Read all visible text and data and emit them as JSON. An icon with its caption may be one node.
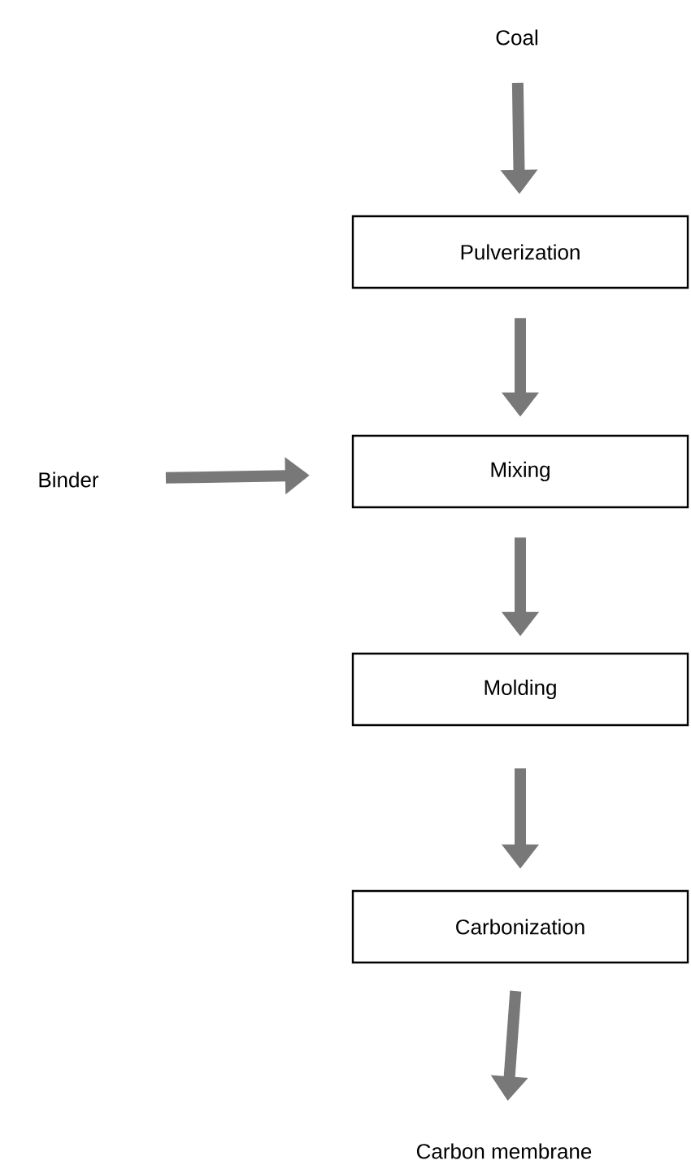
{
  "diagram": {
    "nodes": [
      {
        "text": [
          "Coal"
        ]
      },
      {
        "text": [
          "Pulverization"
        ]
      },
      {
        "text": [
          "Binder"
        ]
      },
      {
        "text": [
          "Mixing"
        ]
      },
      {
        "text": [
          "Molding"
        ]
      },
      {
        "text": [
          "Carbonization"
        ]
      },
      {
        "text": [
          "Carbon membrane"
        ]
      }
    ],
    "edges": [
      {
        "from": 0,
        "to": 1,
        "arrow": "to"
      },
      {
        "from": 1,
        "to": 3,
        "arrow": "to"
      },
      {
        "from": 2,
        "to": 3,
        "arrow": "to"
      },
      {
        "from": 3,
        "to": 4,
        "arrow": "to"
      },
      {
        "from": 4,
        "to": 5,
        "arrow": "to"
      },
      {
        "from": 5,
        "to": 6,
        "arrow": "to"
      }
    ]
  }
}
